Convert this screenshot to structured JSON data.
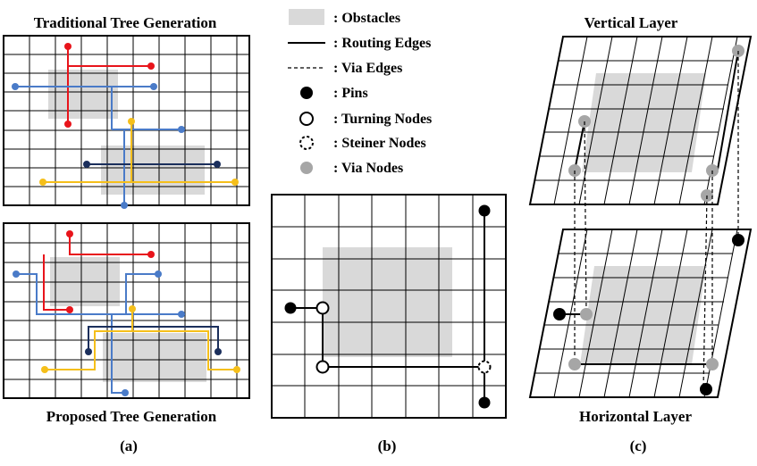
{
  "panel_a": {
    "top_title": "Traditional Tree Generation",
    "bottom_title": "Proposed Tree Generation",
    "caption": "(a)"
  },
  "panel_b": {
    "caption": "(b)",
    "legend": [
      {
        "symbol": "obstacle-swatch",
        "label": ": Obstacles"
      },
      {
        "symbol": "routing-edge-line",
        "label": ": Routing Edges"
      },
      {
        "symbol": "via-edge-line",
        "label": ": Via Edges"
      },
      {
        "symbol": "pin-dot",
        "label": ": Pins"
      },
      {
        "symbol": "turning-node-circle",
        "label": ": Turning Nodes"
      },
      {
        "symbol": "steiner-node-circle",
        "label": ": Steiner Nodes"
      },
      {
        "symbol": "via-node-dot",
        "label": ": Via Nodes"
      }
    ]
  },
  "panel_c": {
    "top_label": "Vertical Layer",
    "bottom_label": "Horizontal Layer",
    "caption": "(c)"
  },
  "colors": {
    "grid": "#000000",
    "obstacle": "#d9d9d9",
    "net_red": "#e8141b",
    "net_blue": "#4a7bc8",
    "net_yellow": "#f5bf1a",
    "net_navy": "#1b2f5c",
    "pin": "#000000",
    "via_node": "#a6a6a6"
  }
}
